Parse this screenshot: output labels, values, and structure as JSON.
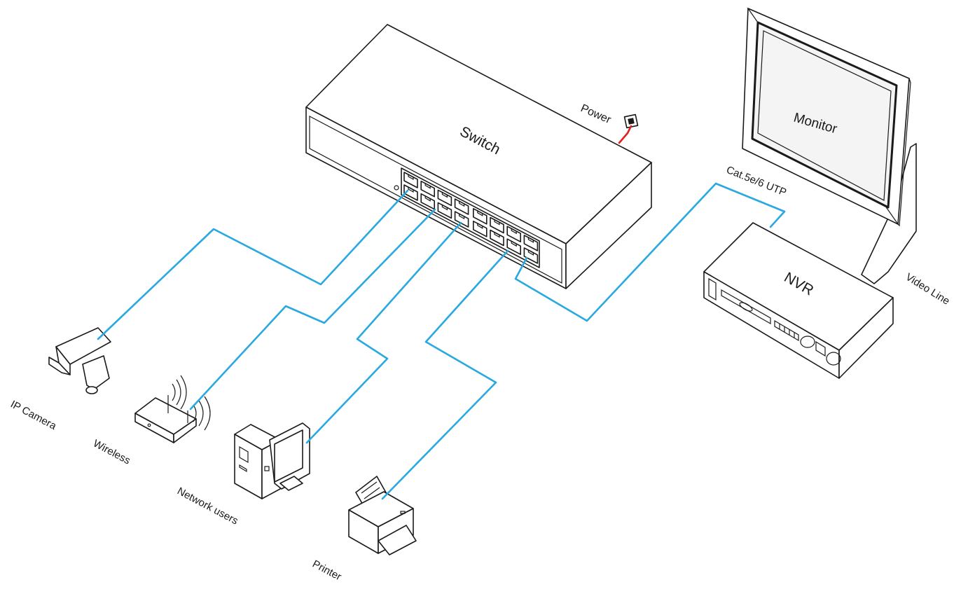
{
  "colors": {
    "cable": "#29a9e0",
    "power_cable": "#e02020",
    "outline": "#1a1a1a"
  },
  "labels": {
    "switch": "Switch",
    "power": "Power",
    "monitor": "Monitor",
    "cable_type": "Cat.5e/6 UTP",
    "nvr": "NVR",
    "video_line": "Video Line",
    "ip_camera": "IP Camera",
    "wireless": "Wireless",
    "network_users": "Network users",
    "printer": "Printer"
  },
  "icons": {
    "switch": "network-switch-icon",
    "power": "power-socket-icon",
    "monitor": "monitor-icon",
    "nvr": "nvr-recorder-icon",
    "ip_camera": "ip-camera-icon",
    "wireless": "wireless-router-icon",
    "network_users": "desktop-computer-icon",
    "printer": "printer-icon"
  }
}
